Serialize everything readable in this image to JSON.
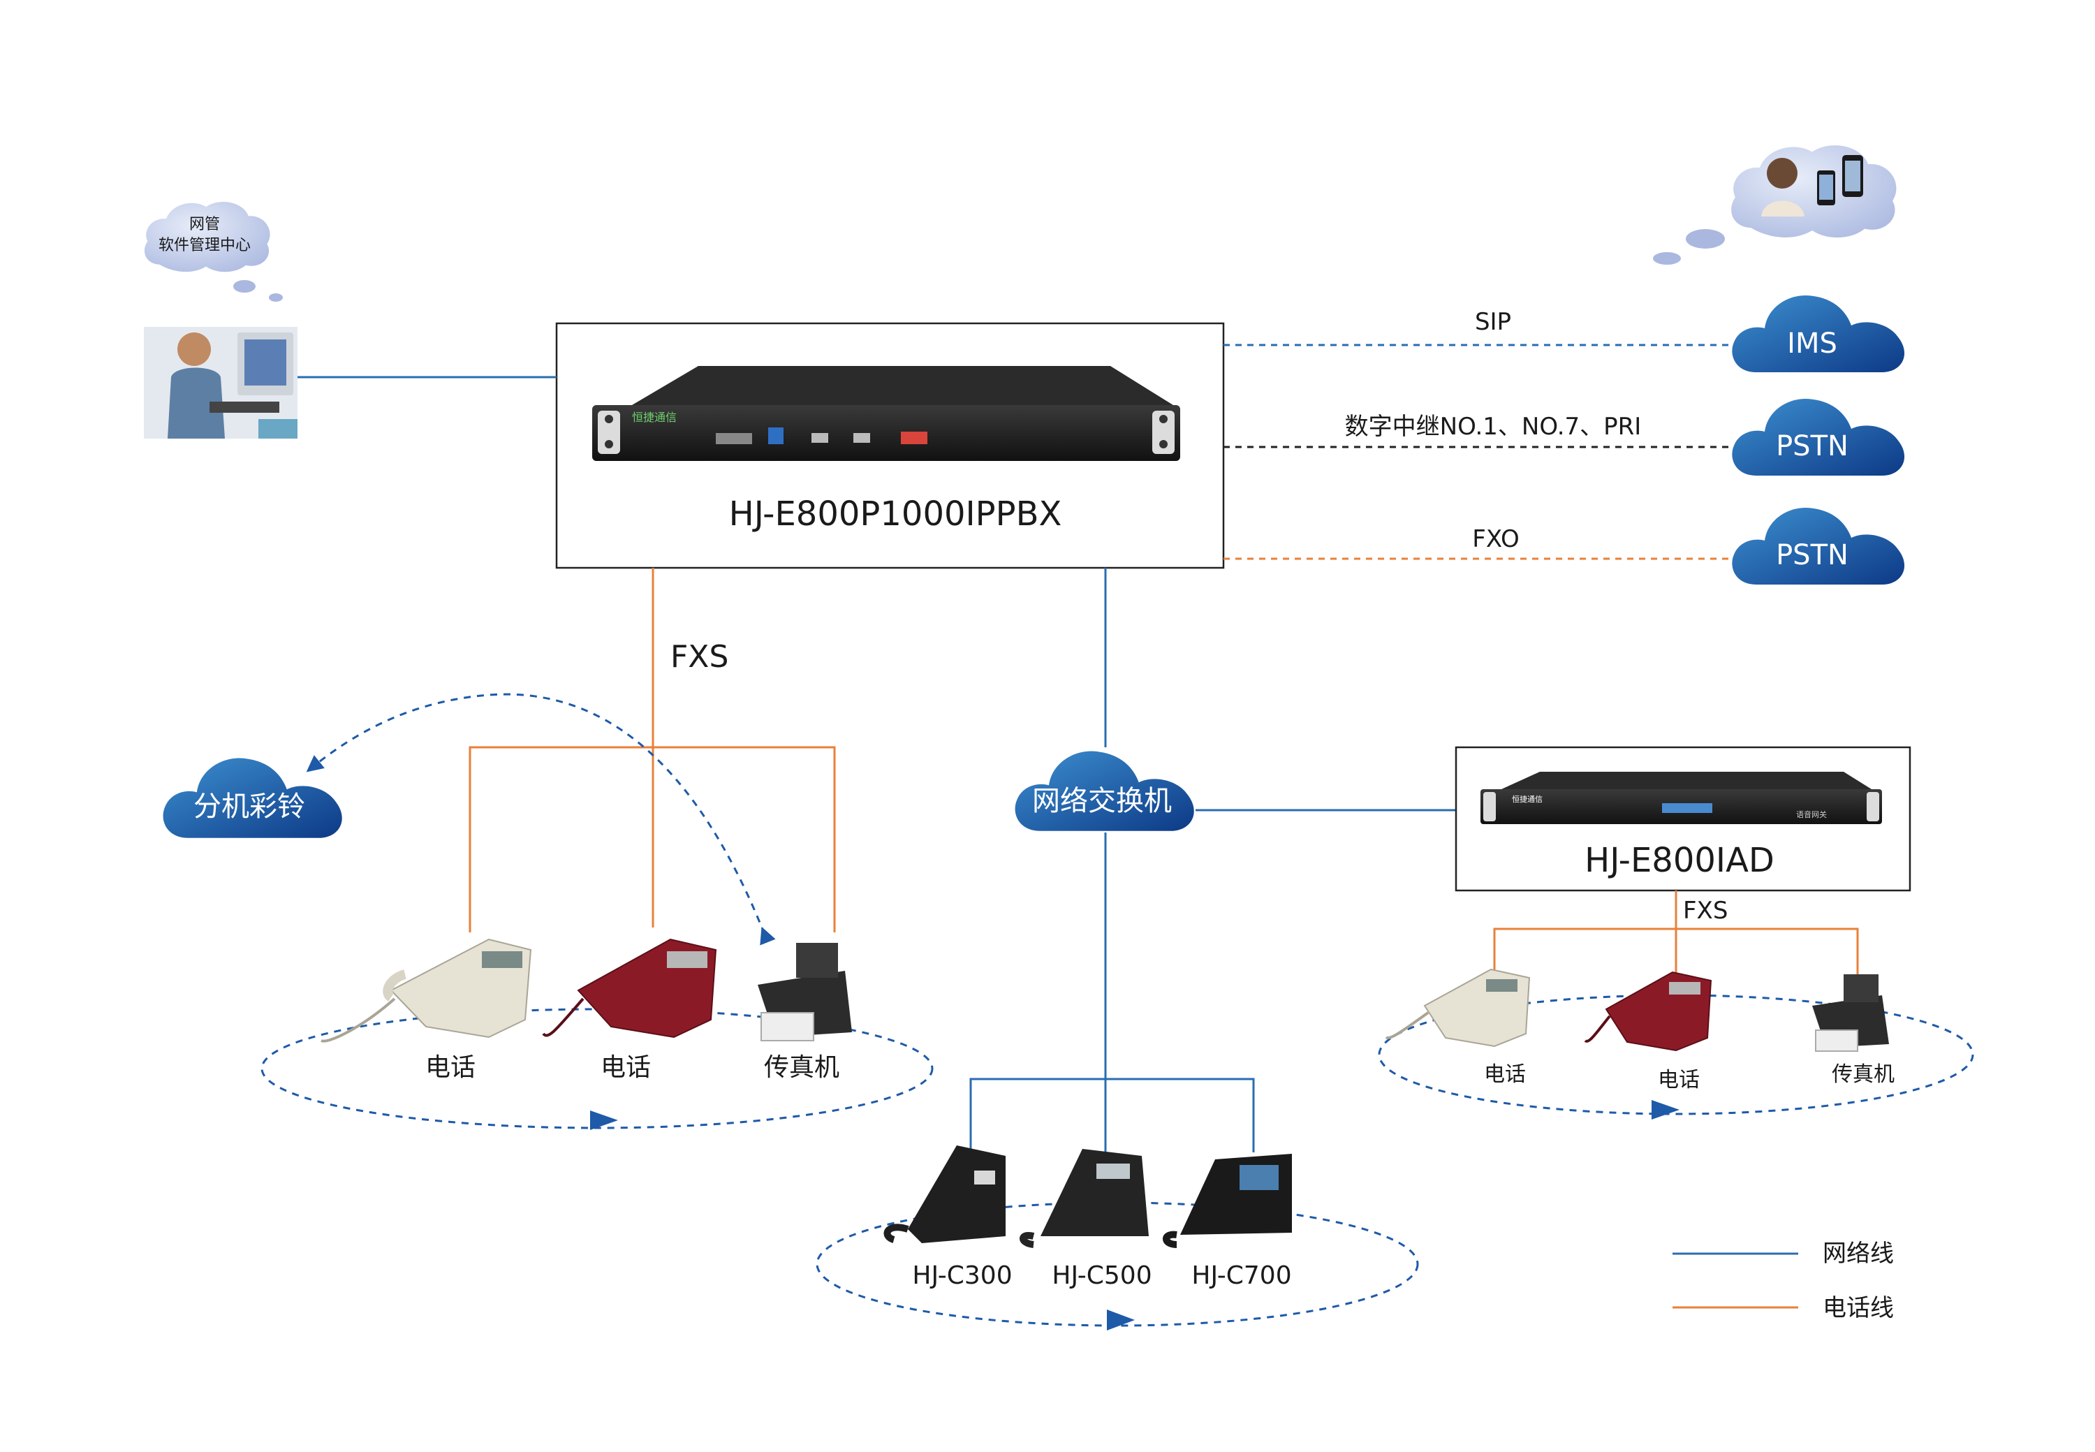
{
  "main_device": {
    "label": "HJ-E800P1000IPPBX",
    "logo": "恒捷通信"
  },
  "iad_device": {
    "label": "HJ-E800IAD",
    "logo": "恒捷通信",
    "panel_text": "语音网关"
  },
  "nms": {
    "bubble_line1": "网管",
    "bubble_line2": "软件管理中心"
  },
  "links": {
    "sip": "SIP",
    "digital_trunk": "数字中继NO.1、NO.7、PRI",
    "fxo": "FXO",
    "fxs_main": "FXS",
    "fxs_iad": "FXS"
  },
  "clouds": {
    "ims": "IMS",
    "pstn_1": "PSTN",
    "pstn_2": "PSTN",
    "ringback": "分机彩铃",
    "switch": "网络交换机"
  },
  "left_phones": {
    "phone_1": "电话",
    "phone_2": "电话",
    "fax": "传真机"
  },
  "ip_phones": {
    "c300": "HJ-C300",
    "c500": "HJ-C500",
    "c700": "HJ-C700"
  },
  "right_phones": {
    "phone_1": "电话",
    "phone_2": "电话",
    "fax": "传真机"
  },
  "legend": {
    "network_line": "网络线",
    "phone_line": "电话线"
  },
  "colors": {
    "network": "#2a6db0",
    "phone": "#e8803a",
    "dashed_blue": "#2a6db0",
    "dashed_black": "#222222",
    "cloud_dark": "#123f8a",
    "cloud_light": "#3a86c8"
  }
}
